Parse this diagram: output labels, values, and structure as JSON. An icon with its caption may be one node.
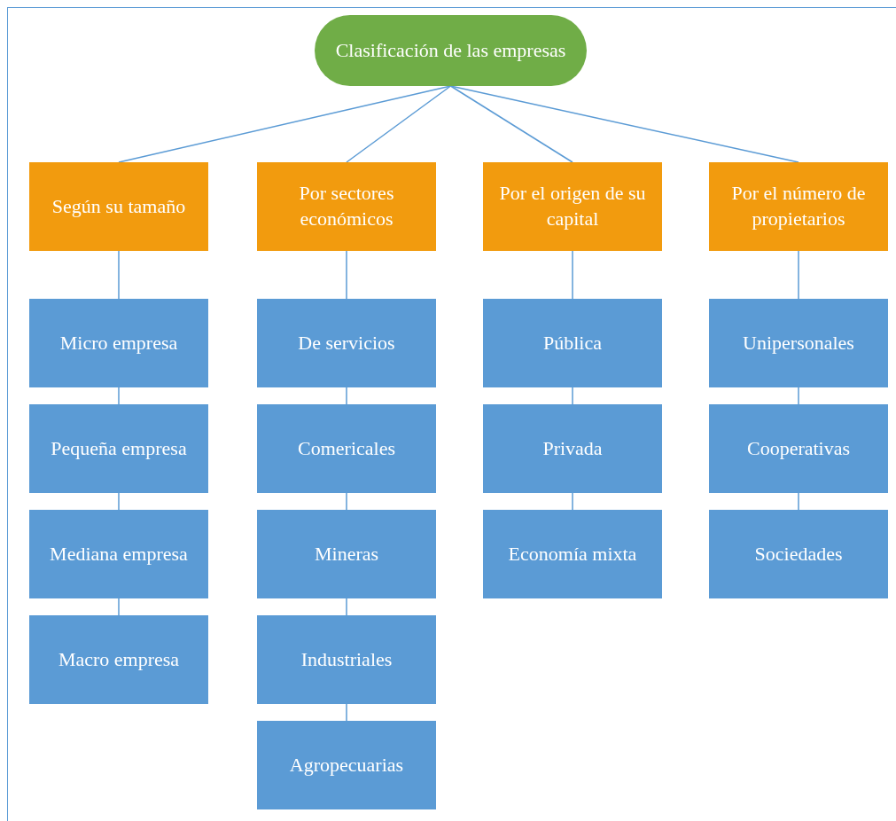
{
  "diagram": {
    "nodes": [
      {
        "text": [
          "Clasificación de las empresas"
        ]
      },
      {
        "text": [
          "Según su tamaño"
        ]
      },
      {
        "text": [
          "Por sectores económicos"
        ]
      },
      {
        "text": [
          "Por el origen de su capital"
        ]
      },
      {
        "text": [
          "Por el número de propietarios"
        ]
      },
      {
        "text": [
          "Micro empresa"
        ]
      },
      {
        "text": [
          "Pequeña empresa"
        ]
      },
      {
        "text": [
          "Mediana empresa"
        ]
      },
      {
        "text": [
          "Macro empresa"
        ]
      },
      {
        "text": [
          "De servicios"
        ]
      },
      {
        "text": [
          "Comericales"
        ]
      },
      {
        "text": [
          "Mineras"
        ]
      },
      {
        "text": [
          "Industriales"
        ]
      },
      {
        "text": [
          "Agropecuarias"
        ]
      },
      {
        "text": [
          "Pública"
        ]
      },
      {
        "text": [
          "Privada"
        ]
      },
      {
        "text": [
          "Economía mixta"
        ]
      },
      {
        "text": [
          "Unipersonales"
        ]
      },
      {
        "text": [
          "Cooperativas"
        ]
      },
      {
        "text": [
          "Sociedades"
        ]
      }
    ],
    "edges": [
      {
        "from": 0,
        "to": 1,
        "arrow": "none"
      },
      {
        "from": 0,
        "to": 2,
        "arrow": "none"
      },
      {
        "from": 0,
        "to": 3,
        "arrow": "none"
      },
      {
        "from": 0,
        "to": 4,
        "arrow": "none"
      },
      {
        "from": 1,
        "to": 5,
        "arrow": "none"
      },
      {
        "from": 5,
        "to": 6,
        "arrow": "none"
      },
      {
        "from": 6,
        "to": 7,
        "arrow": "none"
      },
      {
        "from": 7,
        "to": 8,
        "arrow": "none"
      },
      {
        "from": 2,
        "to": 9,
        "arrow": "none"
      },
      {
        "from": 9,
        "to": 10,
        "arrow": "none"
      },
      {
        "from": 10,
        "to": 11,
        "arrow": "none"
      },
      {
        "from": 11,
        "to": 12,
        "arrow": "none"
      },
      {
        "from": 12,
        "to": 13,
        "arrow": "none"
      },
      {
        "from": 3,
        "to": 14,
        "arrow": "none"
      },
      {
        "from": 14,
        "to": 15,
        "arrow": "none"
      },
      {
        "from": 15,
        "to": 16,
        "arrow": "none"
      },
      {
        "from": 4,
        "to": 17,
        "arrow": "none"
      },
      {
        "from": 17,
        "to": 18,
        "arrow": "none"
      },
      {
        "from": 18,
        "to": 19,
        "arrow": "none"
      }
    ]
  }
}
